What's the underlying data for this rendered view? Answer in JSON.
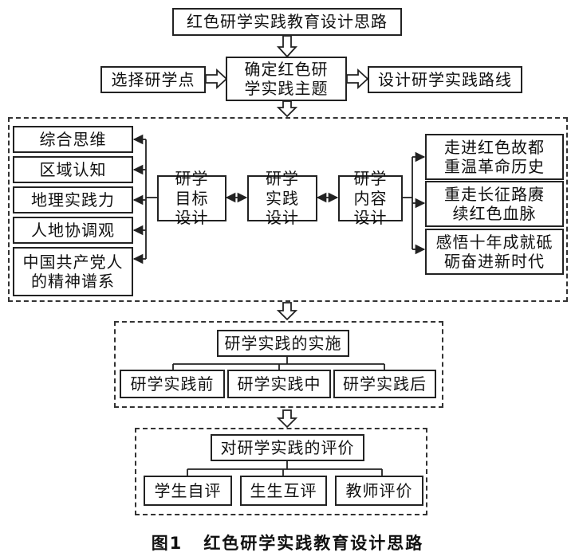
{
  "title": "红色研学实践教育设计思路",
  "theme": "确定红色研学实践主题",
  "select_site": "选择研学点",
  "design_route": "设计研学实践路线",
  "core": "研学实践设计",
  "goal_design": "研学目标设计",
  "content_design": "研学内容设计",
  "goals": [
    "综合思维",
    "区域认知",
    "地理实践力",
    "人地协调观",
    "中国共产党人的精神谱系"
  ],
  "contents": [
    "走进红色故都重温革命历史",
    "重走长征路赓续红色血脉",
    "感悟十年成就砥砺奋进新时代"
  ],
  "implementation": {
    "title": "研学实践的实施",
    "stages": [
      "研学实践前",
      "研学实践中",
      "研学实践后"
    ]
  },
  "evaluation": {
    "title": "对研学实践的评价",
    "items": [
      "学生自评",
      "生生互评",
      "教师评价"
    ]
  },
  "caption": {
    "label": "图1",
    "text": "红色研学实践教育设计思路"
  }
}
